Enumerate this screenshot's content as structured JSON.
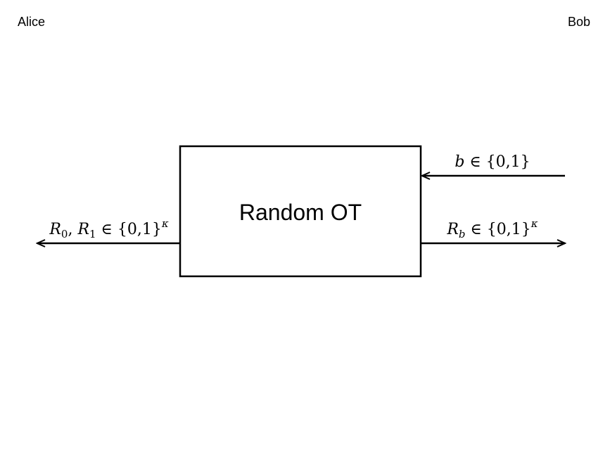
{
  "parties": {
    "left": "Alice",
    "right": "Bob"
  },
  "box": {
    "title": "Random OT"
  },
  "inputs": {
    "bob_choice": {
      "var": "b",
      "rest": " ∈ {0,1}"
    }
  },
  "outputs": {
    "alice": {
      "r": "R",
      "sub0": "0",
      "comma": ", ",
      "sub1": "1",
      "set": " ∈ {0,1}",
      "exp": "κ"
    },
    "bob": {
      "r": "R",
      "sub": "b",
      "set": " ∈ {0,1}",
      "exp": "κ"
    }
  }
}
